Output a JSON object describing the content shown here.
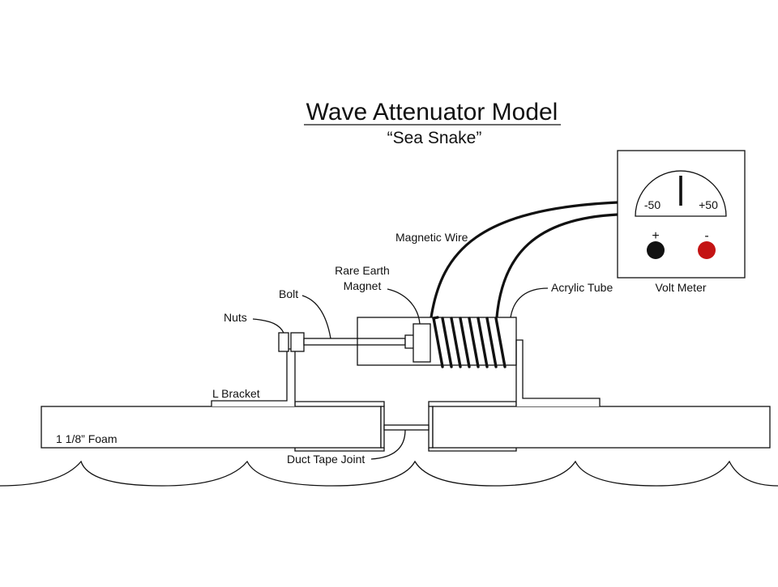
{
  "title": "Wave Attenuator Model",
  "subtitle": "“Sea Snake”",
  "labels": {
    "magnetic_wire": "Magnetic Wire",
    "rare_earth_line1": "Rare Earth",
    "rare_earth_line2": "Magnet",
    "bolt": "Bolt",
    "nuts": "Nuts",
    "acrylic_tube": "Acrylic Tube",
    "volt_meter": "Volt Meter",
    "l_bracket": "L Bracket",
    "foam": "1 1/8” Foam",
    "duct_tape_joint": "Duct Tape Joint"
  },
  "meter": {
    "min_label": "-50",
    "max_label": "+50",
    "plus_symbol": "+",
    "minus_symbol": "-",
    "positive_terminal_color": "#111111",
    "negative_terminal_color": "#c41414"
  },
  "colors": {
    "line": "#111111",
    "background": "#ffffff"
  }
}
